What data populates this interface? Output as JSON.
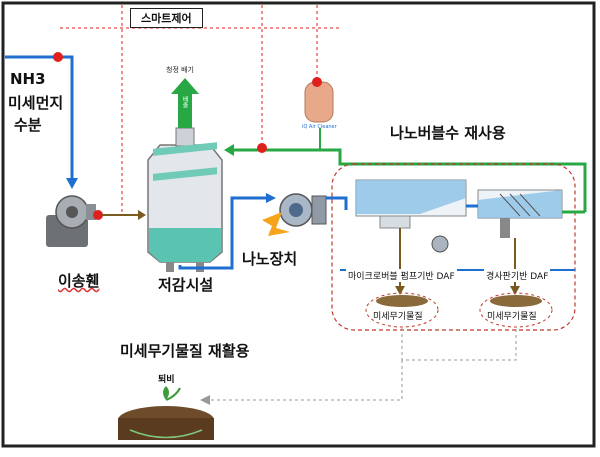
{
  "labels": {
    "smart_control": "스마트제어",
    "nh3": "NH3",
    "fine_dust": "미세먼지",
    "moisture": "수분",
    "clean_exhaust": "청정 배기",
    "emission": "배출",
    "air_cleaner": "iQ Air Cleaner",
    "nanobubble_reuse": "나노버블수 재사용",
    "blower": "이송휀",
    "reduction_facility": "저감시설",
    "nano_device": "나노장치",
    "micro_daf": "마이크로버블 펌프기반 DAF",
    "inclined_daf": "경사판기반 DAF",
    "inorganic_1": "미세무기물질",
    "inorganic_2": "미세무기물질",
    "recycle_title": "미세무기물질 재활용",
    "compost": "퇴비"
  },
  "colors": {
    "blue_line": "#1e6fd0",
    "green_line": "#27a844",
    "red_dot": "#e0201c",
    "dashed_red": "#c0392b",
    "brown_line": "#7a5a1e"
  }
}
